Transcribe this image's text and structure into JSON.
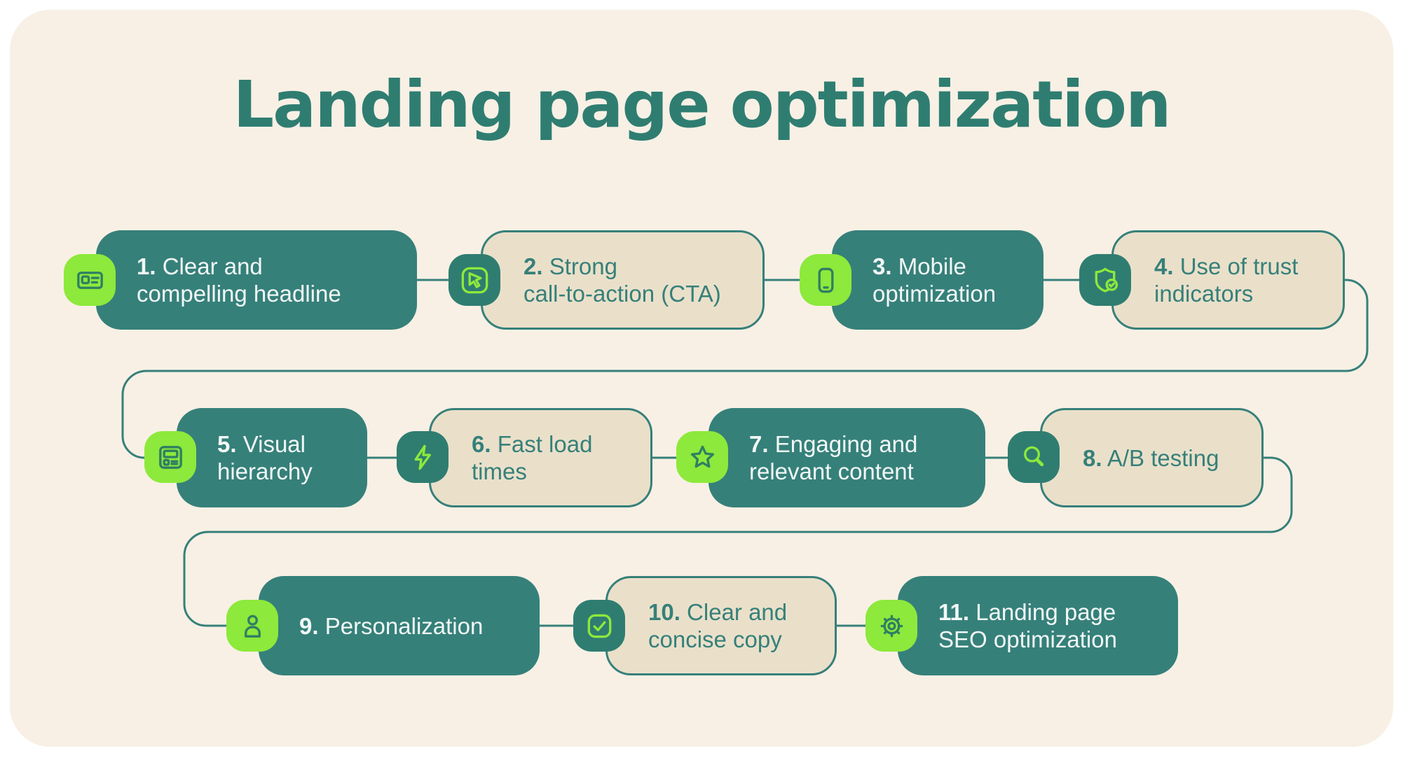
{
  "title": "Landing page optimization",
  "colors": {
    "teal_box": "#36807A",
    "teal_deep": "#2F7D71",
    "lime_accent": "#8DE93B",
    "beige_box": "#EAE0CA",
    "cream_background": "#F8F0E5",
    "text_on_teal": "#F2F8F6"
  },
  "steps": [
    {
      "num": "1.",
      "label": " Clear and\ncompelling headline",
      "icon": "id-card-icon",
      "style": "teal"
    },
    {
      "num": "2.",
      "label": " Strong\ncall-to-action (CTA)",
      "icon": "cursor-icon",
      "style": "beige"
    },
    {
      "num": "3.",
      "label": " Mobile\noptimization",
      "icon": "smartphone-icon",
      "style": "teal"
    },
    {
      "num": "4.",
      "label": " Use of trust\nindicators",
      "icon": "shield-check-icon",
      "style": "beige"
    },
    {
      "num": "5.",
      "label": " Visual\nhierarchy",
      "icon": "layout-icon",
      "style": "teal"
    },
    {
      "num": "6.",
      "label": " Fast load\ntimes",
      "icon": "lightning-icon",
      "style": "beige"
    },
    {
      "num": "7.",
      "label": " Engaging and\nrelevant content",
      "icon": "star-icon",
      "style": "teal"
    },
    {
      "num": "8.",
      "label": " A/B testing",
      "icon": "magnifier-icon",
      "style": "beige"
    },
    {
      "num": "9.",
      "label": " Personalization",
      "icon": "person-icon",
      "style": "teal"
    },
    {
      "num": "10.",
      "label": " Clear and\nconcise copy",
      "icon": "checkbox-icon",
      "style": "beige"
    },
    {
      "num": "11.",
      "label": " Landing page\nSEO optimization",
      "icon": "gear-icon",
      "style": "teal"
    }
  ]
}
